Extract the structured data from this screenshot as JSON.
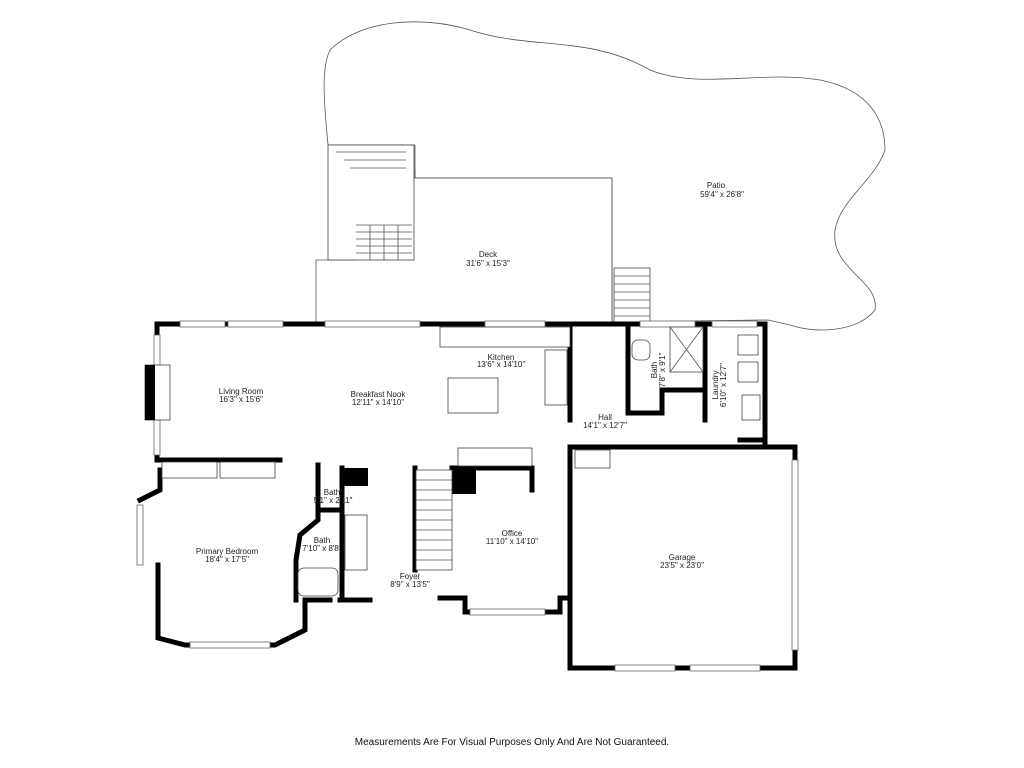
{
  "rooms": {
    "patio": {
      "name": "Patio",
      "size": "59'4\" x 26'8\""
    },
    "deck": {
      "name": "Deck",
      "size": "31'6\" x 15'3\""
    },
    "kitchen": {
      "name": "Kitchen",
      "size": "13'6\" x 14'10\""
    },
    "living_room": {
      "name": "Living Room",
      "size": "16'3\" x 15'6\""
    },
    "breakfast_nook": {
      "name": "Breakfast Nook",
      "size": "12'11\" x 14'10\""
    },
    "bath_upper": {
      "name": "Bath",
      "size": "7'8\" x 9'1\""
    },
    "laundry": {
      "name": "Laundry",
      "size": "6'10\" x 12'7\""
    },
    "hall": {
      "name": "Hall",
      "size": "14'1\" x 12'7\""
    },
    "bath_small": {
      "name": "Bath",
      "size": "5'1\" x 2'11\""
    },
    "bath_primary": {
      "name": "Bath",
      "size": "7'10\" x 8'8\""
    },
    "primary_bedroom": {
      "name": "Primary Bedroom",
      "size": "18'4\" x 17'5\""
    },
    "foyer": {
      "name": "Foyer",
      "size": "8'9\" x 13'5\""
    },
    "office": {
      "name": "Office",
      "size": "11'10\" x 14'10\""
    },
    "garage": {
      "name": "Garage",
      "size": "23'5\" x 23'0\""
    }
  },
  "disclaimer": "Measurements Are For Visual Purposes Only And Are Not Guaranteed."
}
